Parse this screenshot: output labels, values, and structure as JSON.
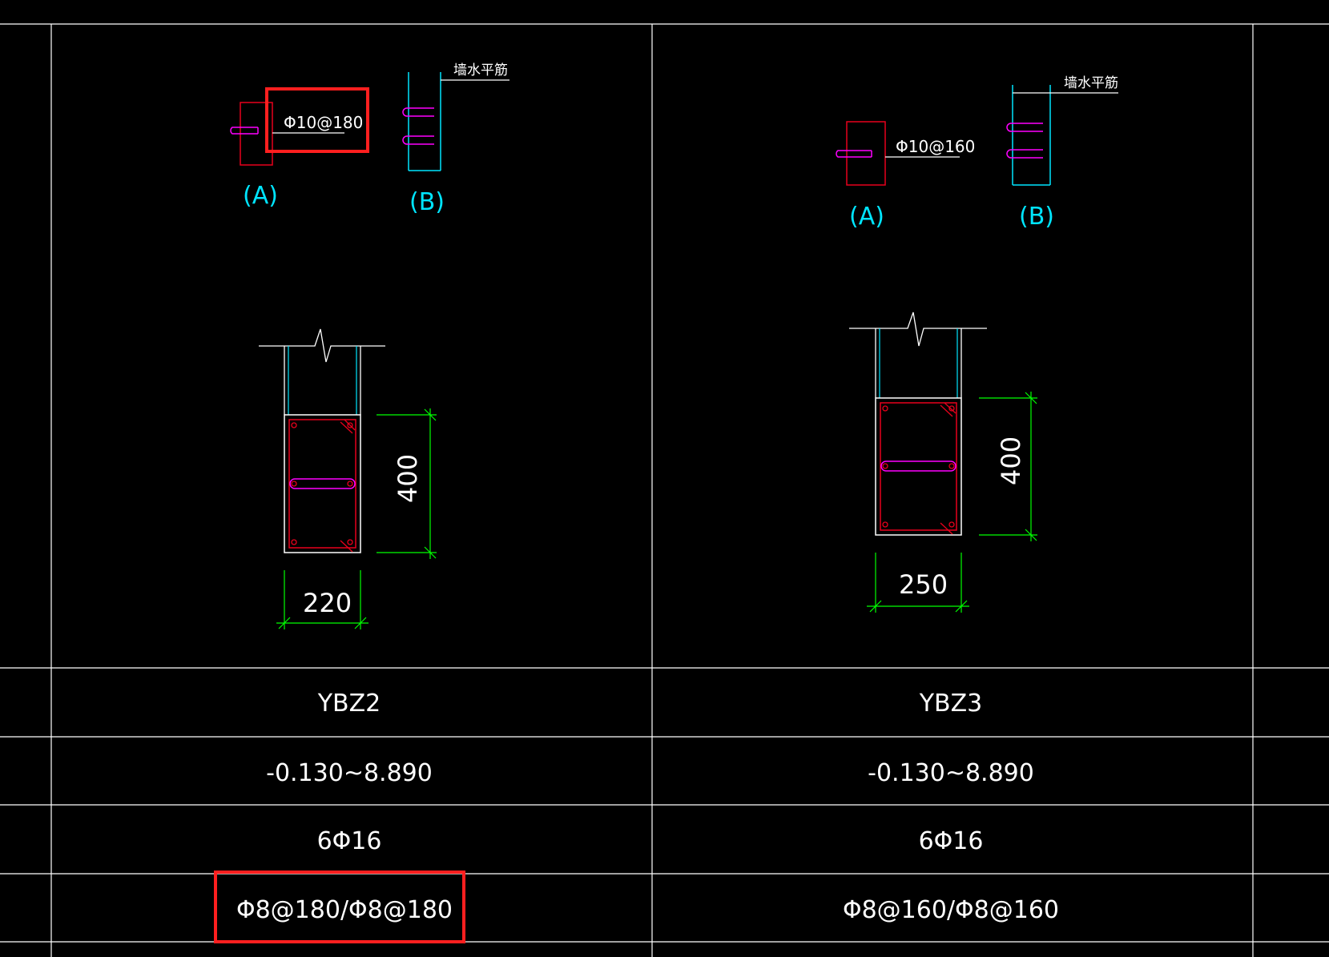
{
  "colors": {
    "background": "#000000",
    "grid": "#ffffff",
    "rebar_red": "#e8001c",
    "tie_magenta": "#ff00ff",
    "cyan": "#00e5ff",
    "dim_green": "#00ff00",
    "highlight": "#ff1f1f",
    "text": "#ffffff"
  },
  "left_section": {
    "detail_a_label": "(A)",
    "detail_b_label": "(B)",
    "tie_spec": "Φ10@180",
    "wall_bar_note": "墙水平筋",
    "dim_height": "400",
    "dim_width": "220"
  },
  "right_section": {
    "detail_a_label": "(A)",
    "detail_b_label": "(B)",
    "tie_spec": "Φ10@160",
    "wall_bar_note": "墙水平筋",
    "dim_height": "400",
    "dim_width": "250"
  },
  "table": {
    "rows": [
      {
        "left": "YBZ2",
        "right": "YBZ3"
      },
      {
        "left": "-0.130~8.890",
        "right": "-0.130~8.890"
      },
      {
        "left": "6Φ16",
        "right": "6Φ16"
      },
      {
        "left": "Φ8@180/Φ8@180",
        "right": "Φ8@160/Φ8@160"
      }
    ]
  }
}
